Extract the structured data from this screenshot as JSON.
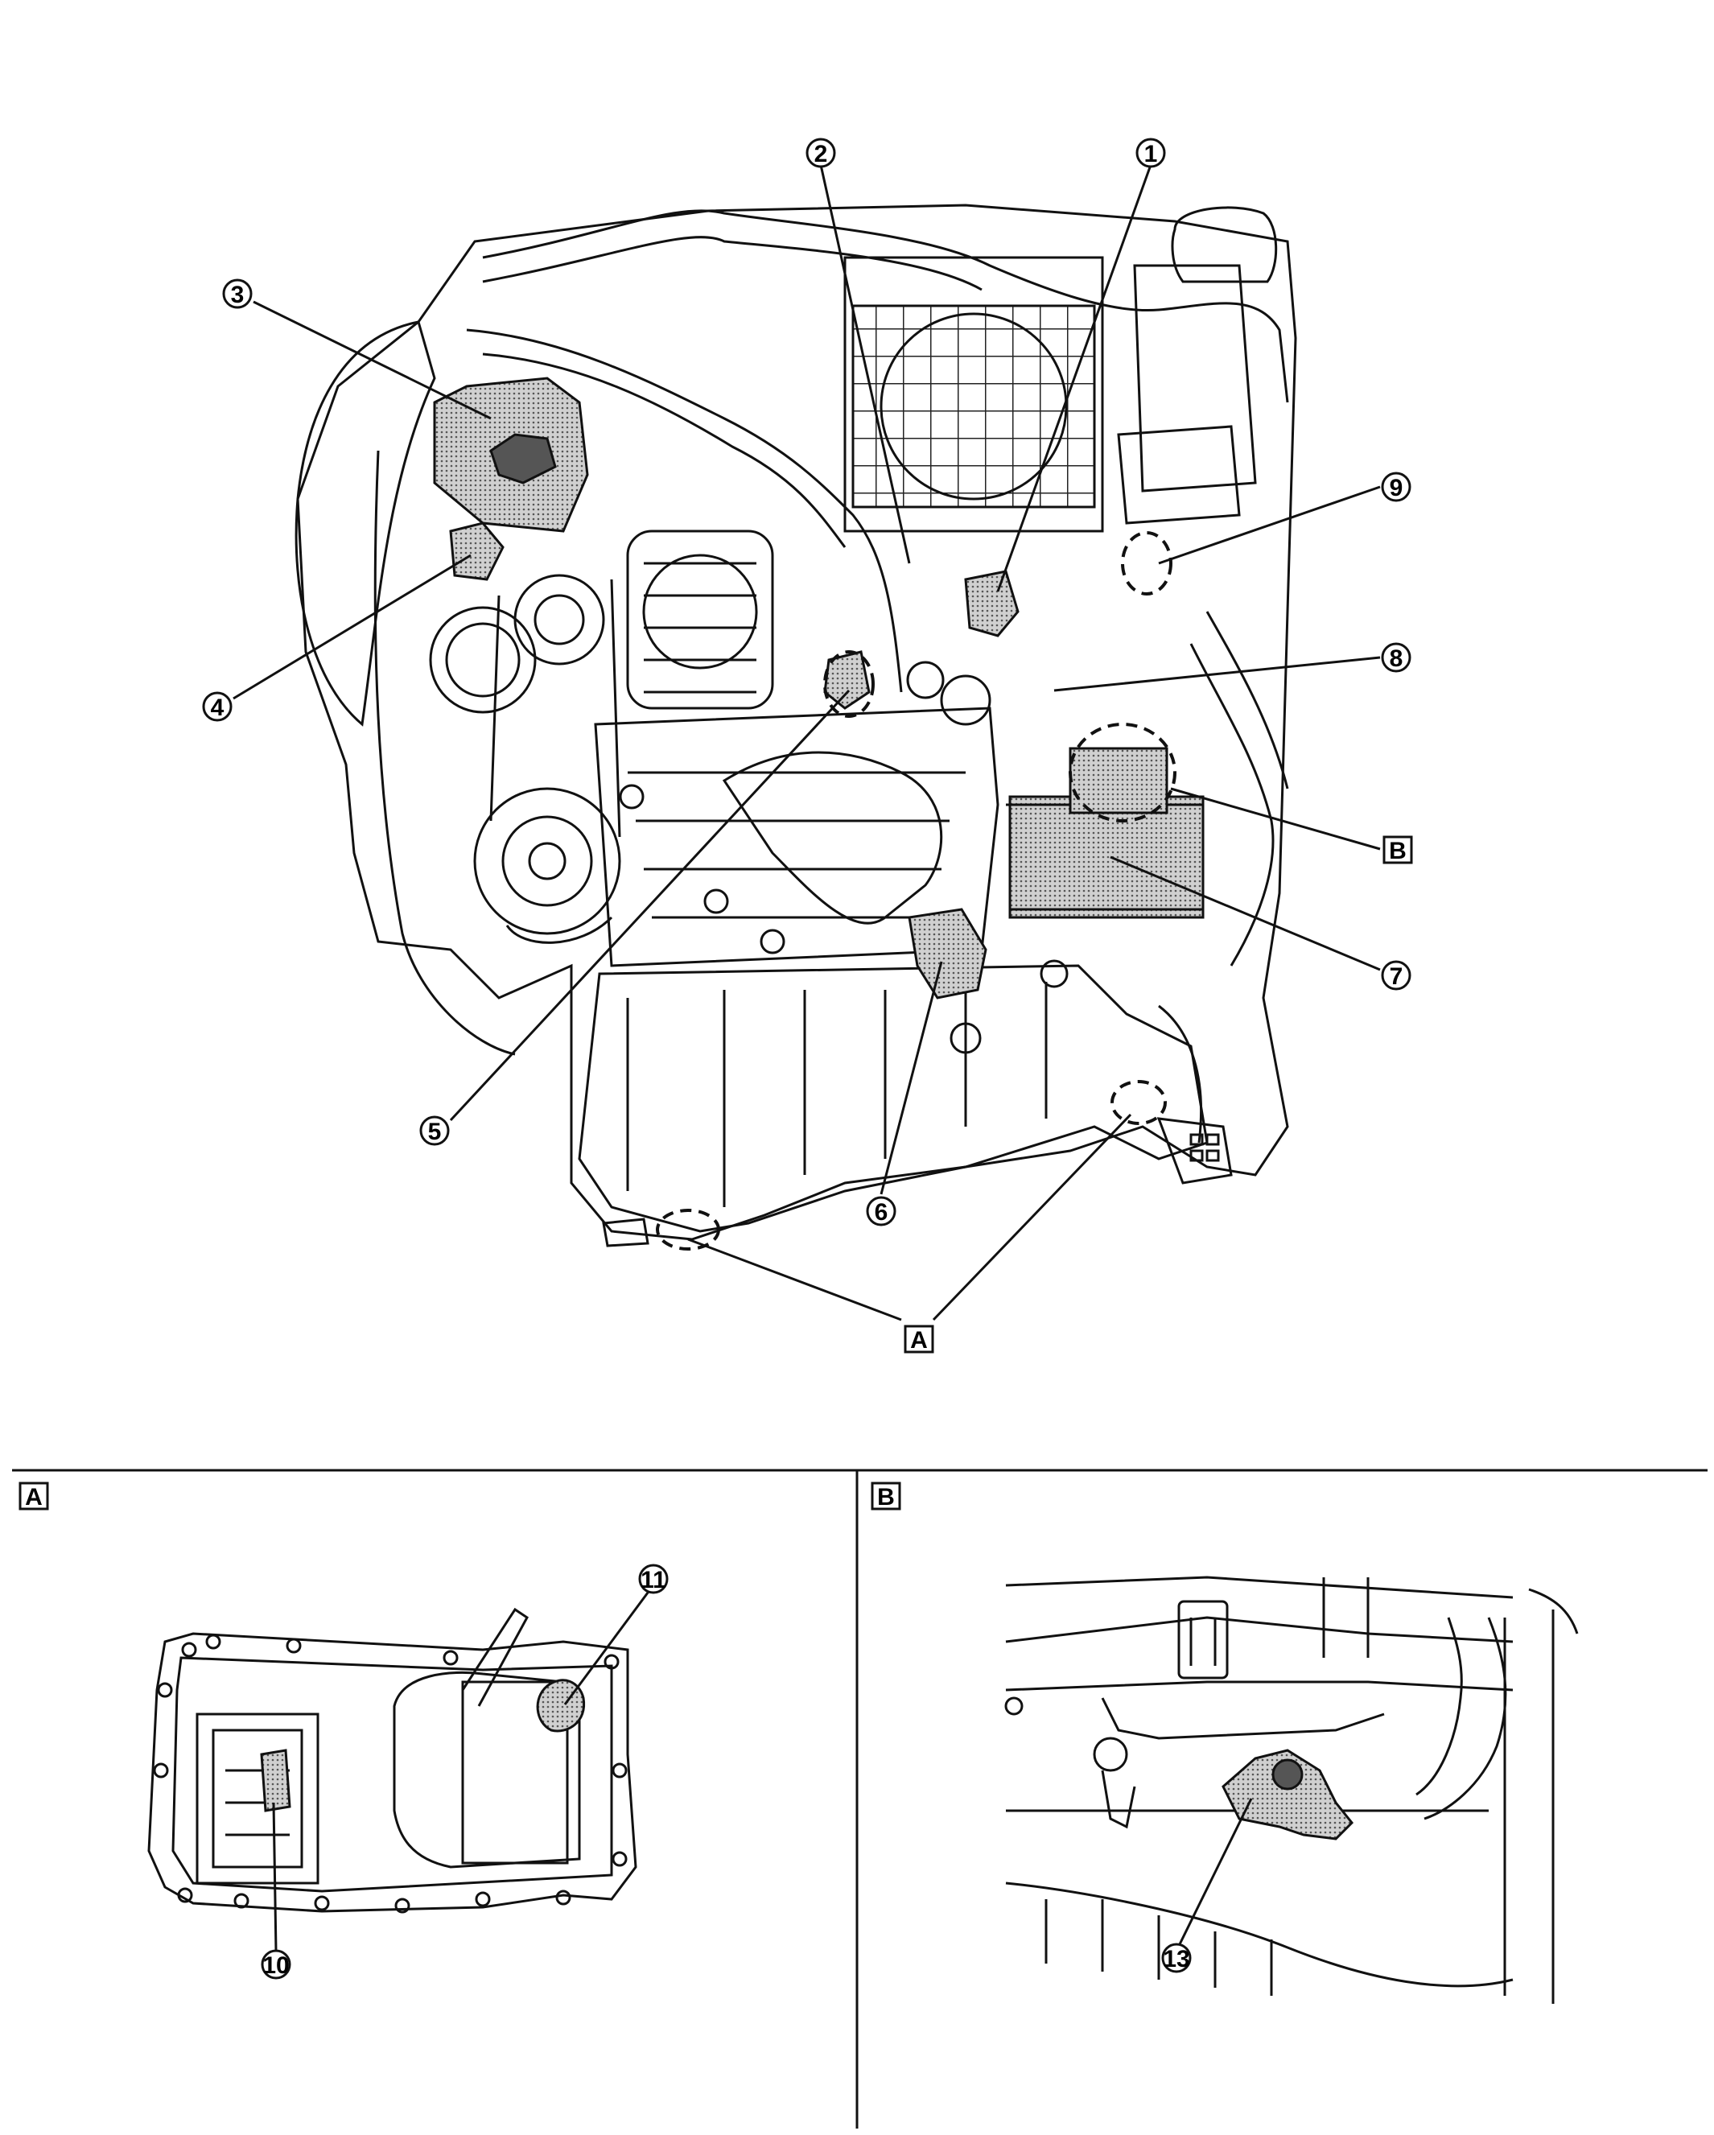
{
  "callouts": {
    "c1": "1",
    "c2": "2",
    "c3": "3",
    "c4": "4",
    "c5": "5",
    "c6": "6",
    "c7": "7",
    "c8": "8",
    "c9": "9",
    "c10": "10",
    "c11": "11",
    "c13": "13"
  },
  "view_labels": {
    "a_main": "A",
    "b_main": "B",
    "a_panel": "A",
    "b_panel": "B"
  },
  "colors": {
    "line": "#111111",
    "stipple": "#9a9a9a",
    "dark_part": "#555555"
  }
}
